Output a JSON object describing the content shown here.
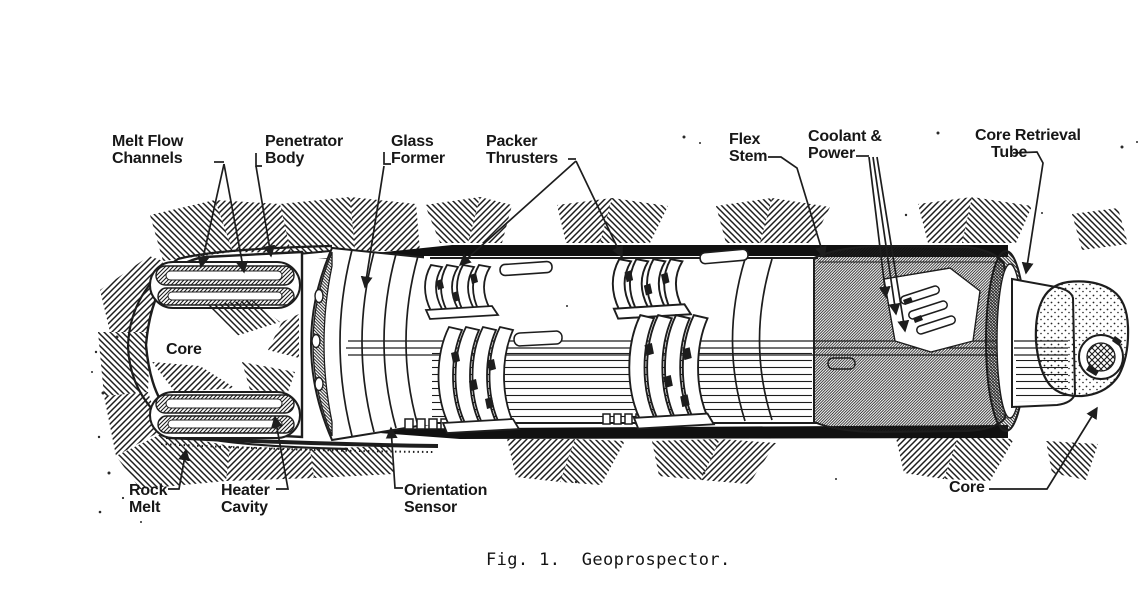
{
  "figure": {
    "caption": "Fig. 1.  Geoprospector.",
    "labels": {
      "melt_flow_channels": {
        "line1": "Melt Flow",
        "line2": "Channels"
      },
      "penetrator_body": {
        "line1": "Penetrator",
        "line2": "Body"
      },
      "glass_former": {
        "line1": "Glass",
        "line2": "Former"
      },
      "packer_thrusters": {
        "line1": "Packer",
        "line2": "Thrusters"
      },
      "flex_stem": {
        "line1": "Flex",
        "line2": "Stem"
      },
      "coolant_power": {
        "line1": "Coolant &",
        "line2": "Power"
      },
      "core_retrieval_tube": {
        "line1": "Core Retrieval",
        "line2": "Tube"
      },
      "rock_melt": {
        "line1": "Rock",
        "line2": "Melt"
      },
      "heater_cavity": {
        "line1": "Heater",
        "line2": "Cavity"
      },
      "orientation_sensor": {
        "line1": "Orientation",
        "line2": "Sensor"
      },
      "core_nose": {
        "line1": "Core"
      },
      "core_aft": {
        "line1": "Core"
      }
    },
    "colors": {
      "ink": "#1d1d1d",
      "paper": "#ffffff"
    }
  }
}
